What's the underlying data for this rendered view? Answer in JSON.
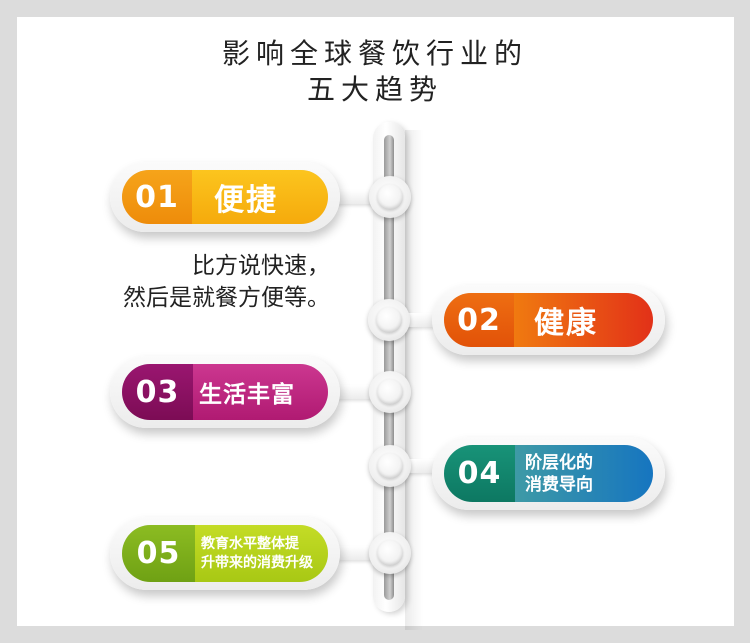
{
  "title": {
    "line1": "影响全球餐饮行业的",
    "line2": "五大趋势"
  },
  "frame_color": "#dcdcdc",
  "trends": [
    {
      "number": "01",
      "label": "便捷",
      "description_lines": [
        "比方说快速，",
        "然后是就餐方便等。"
      ],
      "colors": {
        "number_bg": "#f29a12",
        "label_bg": "#f8b912"
      }
    },
    {
      "number": "02",
      "label": "健康",
      "colors": {
        "number_bg": "#e8620c",
        "label_bg": "#ee6a10",
        "label_bg_end": "#e02b18"
      }
    },
    {
      "number": "03",
      "label": "生活丰富",
      "colors": {
        "number_bg": "#8e1163",
        "label_bg": "#c0267f"
      }
    },
    {
      "number": "04",
      "label_lines": [
        "阶层化的",
        "消费导向"
      ],
      "colors": {
        "number_bg": "#13866f",
        "label_bg": "#2f8aa5",
        "label_bg_end": "#1677c0"
      }
    },
    {
      "number": "05",
      "label_lines": [
        "教育水平整体提",
        "升带来的消费升级"
      ],
      "colors": {
        "number_bg": "#7fb11c",
        "label_bg": "#b8d31c"
      }
    }
  ]
}
